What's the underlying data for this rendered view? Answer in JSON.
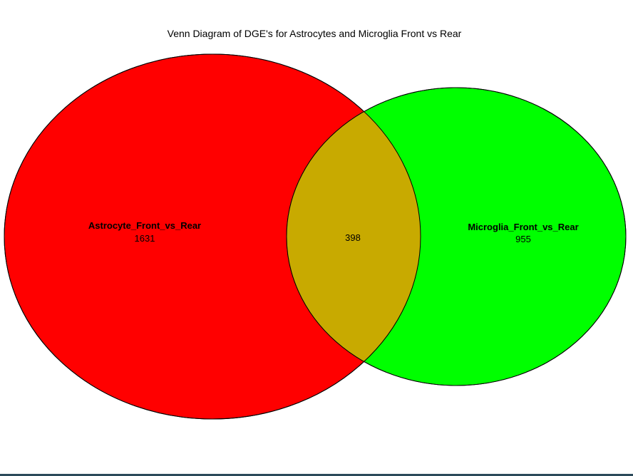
{
  "title": "Venn Diagram of DGE's for Astrocytes and Microglia Front vs Rear",
  "colors": {
    "set_a": "#ff0000",
    "set_b": "#00ff00",
    "overlap": "#c8aa00",
    "outline": "#000000",
    "background": "#ffffff"
  },
  "sets": {
    "a": {
      "label": "Astrocyte_Front_vs_Rear",
      "count": "1631"
    },
    "b": {
      "label": "Microglia_Front_vs_Rear",
      "count": "955"
    }
  },
  "intersection": {
    "count": "398"
  }
}
